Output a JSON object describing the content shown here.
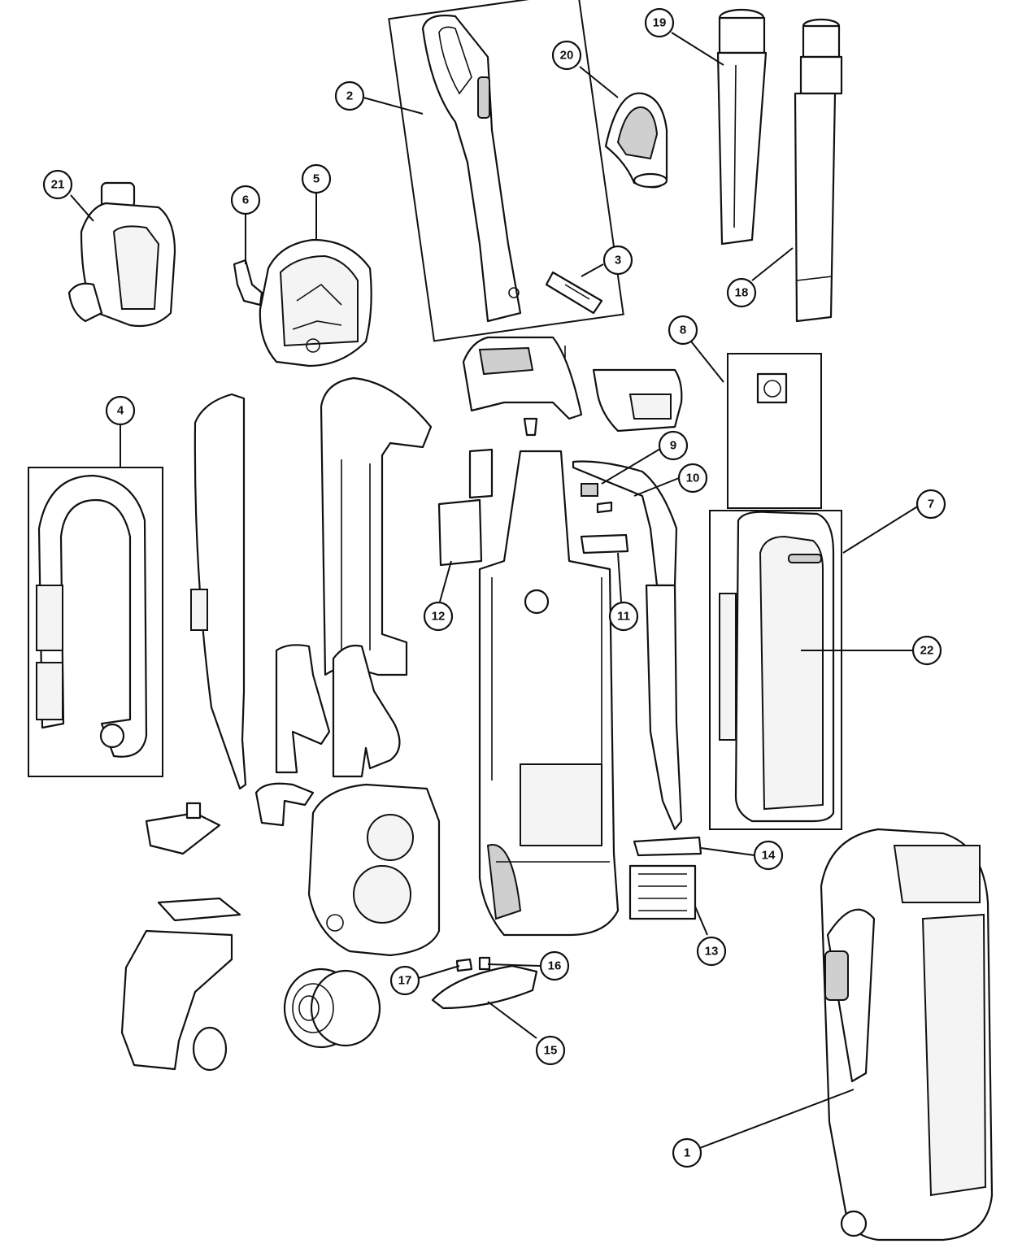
{
  "callouts": [
    {
      "id": "1",
      "label": "1"
    },
    {
      "id": "2",
      "label": "2"
    },
    {
      "id": "3",
      "label": "3"
    },
    {
      "id": "4",
      "label": "4"
    },
    {
      "id": "5",
      "label": "5"
    },
    {
      "id": "6",
      "label": "6"
    },
    {
      "id": "7",
      "label": "7"
    },
    {
      "id": "8",
      "label": "8"
    },
    {
      "id": "9",
      "label": "9"
    },
    {
      "id": "10",
      "label": "10"
    },
    {
      "id": "11",
      "label": "11"
    },
    {
      "id": "12",
      "label": "12"
    },
    {
      "id": "13",
      "label": "13"
    },
    {
      "id": "14",
      "label": "14"
    },
    {
      "id": "15",
      "label": "15"
    },
    {
      "id": "16",
      "label": "16"
    },
    {
      "id": "17",
      "label": "17"
    },
    {
      "id": "18",
      "label": "18"
    },
    {
      "id": "19",
      "label": "19"
    },
    {
      "id": "20",
      "label": "20"
    },
    {
      "id": "21",
      "label": "21"
    },
    {
      "id": "22",
      "label": "22"
    }
  ],
  "colors": {
    "line": "#111111",
    "background": "#ffffff",
    "shade": "#cfcfcf"
  }
}
